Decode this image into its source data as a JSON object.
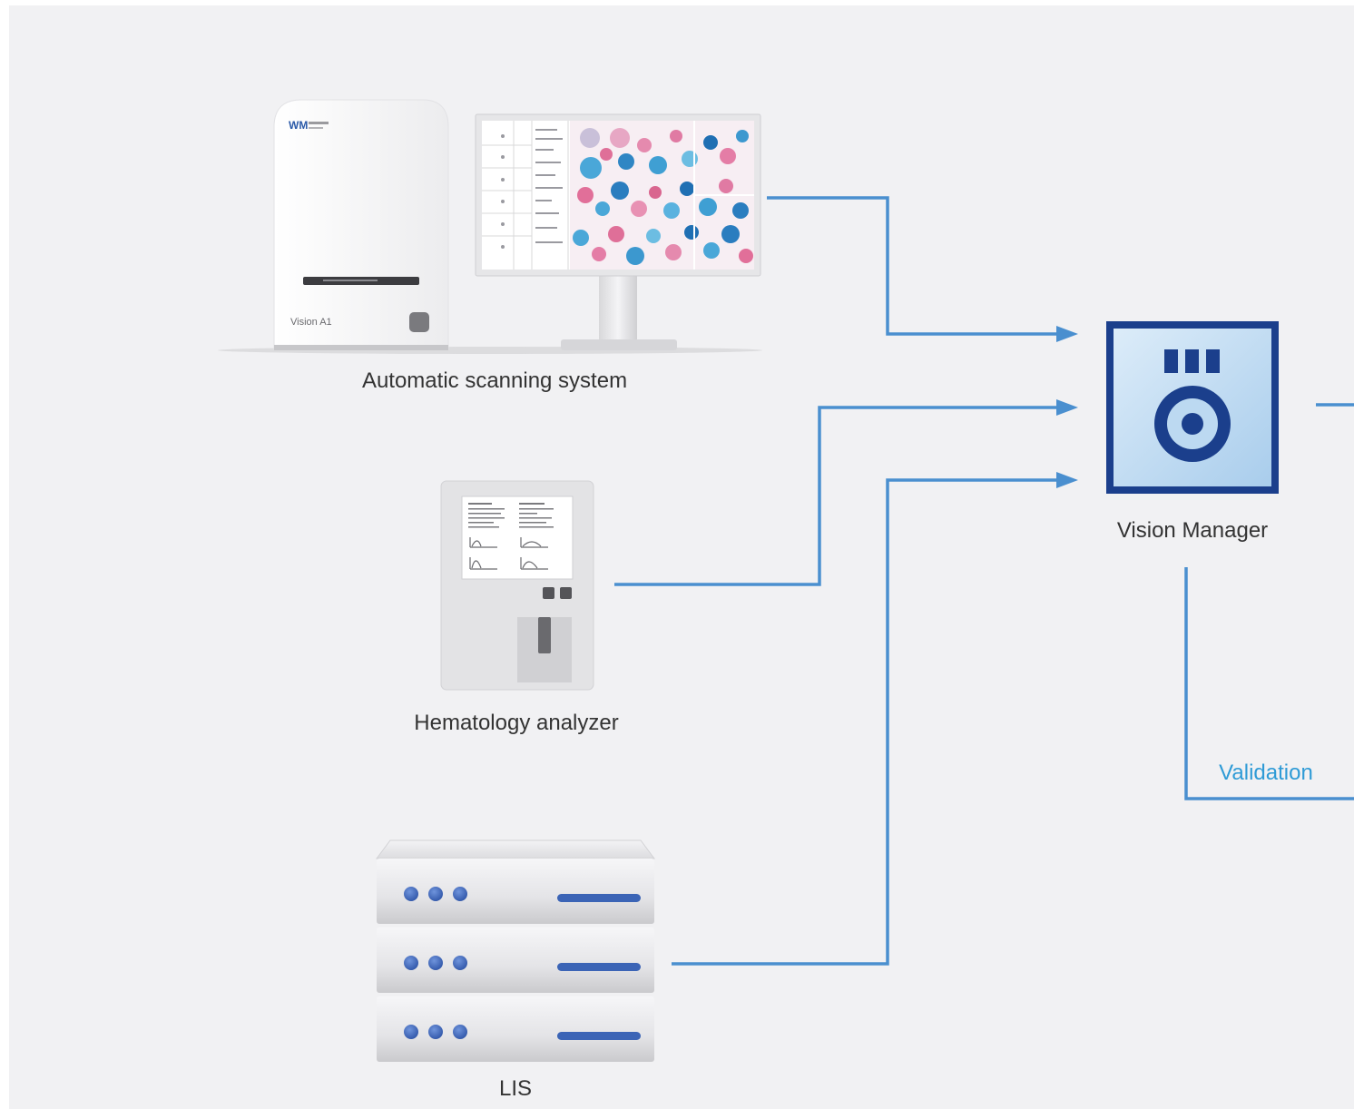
{
  "nodes": {
    "scanner": {
      "label": "Automatic scanning system",
      "device_brand": "Vision A1",
      "logo_text": "WM"
    },
    "hematology": {
      "label": "Hematology analyzer"
    },
    "lis": {
      "label": "LIS"
    },
    "manager": {
      "label": "Vision Manager",
      "icon": "vision-manager-app-icon"
    }
  },
  "edges": {
    "validation": {
      "label": "Validation"
    }
  },
  "colors": {
    "background": "#f1f1f3",
    "connector": "#4a8fcf",
    "edge_label": "#2f9bd6",
    "manager_icon_border": "#1b3f8c",
    "manager_icon_fill": "#bcd9f1",
    "server_accent": "#3b64b6"
  }
}
